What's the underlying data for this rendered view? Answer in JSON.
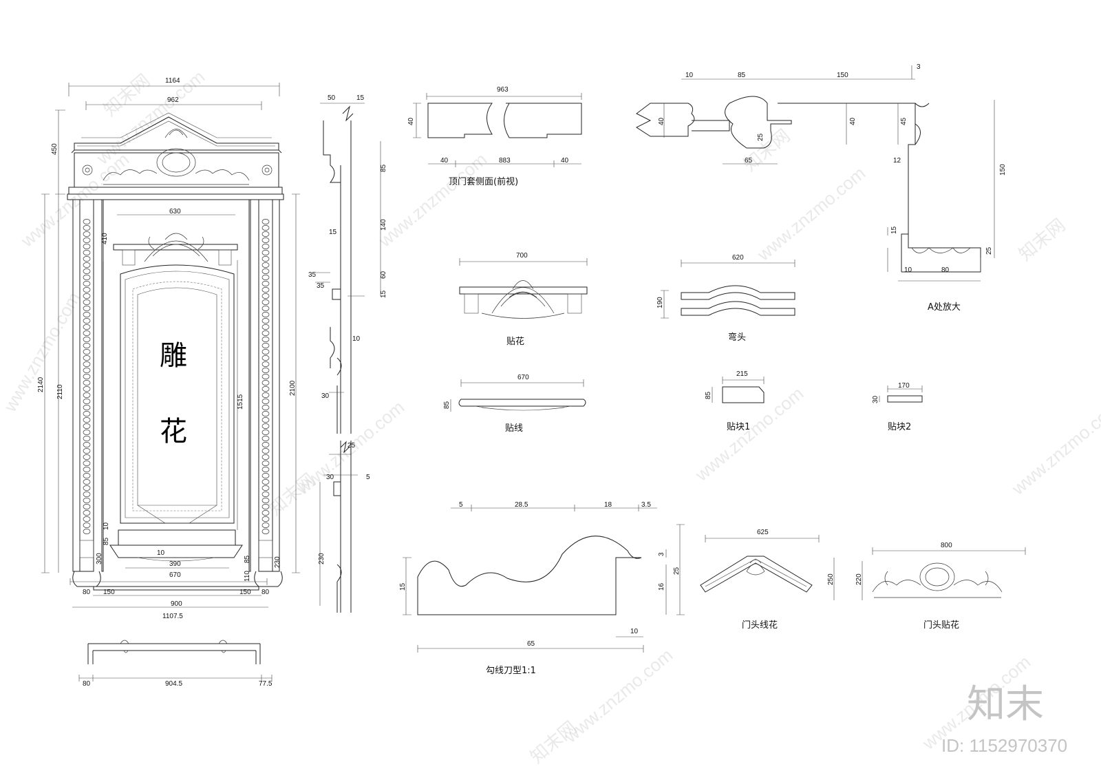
{
  "main_elevation": {
    "dims_top": [
      "1164",
      "962"
    ],
    "dims_left": [
      "450",
      "2140",
      "2110"
    ],
    "dims_right": [
      "2100",
      "1515"
    ],
    "dims_inner": [
      "630",
      "410",
      "10",
      "85",
      "300",
      "10",
      "390",
      "670",
      "85",
      "110",
      "230"
    ],
    "dims_bottom_row": [
      "80",
      "150",
      "150",
      "80"
    ],
    "dims_bottom": [
      "900",
      "1107.5"
    ],
    "carved_text": [
      "雕",
      "花"
    ]
  },
  "plan_view": {
    "dims": [
      "80",
      "904.5",
      "77.5"
    ]
  },
  "side_section": {
    "dims": [
      "50",
      "15",
      "85",
      "140",
      "15",
      "60",
      "35",
      "35",
      "15",
      "10",
      "30",
      "25",
      "30",
      "5",
      "230"
    ]
  },
  "top_casing_side": {
    "title": "顶门套侧面(前视)",
    "dims": [
      "963",
      "40",
      "40",
      "883",
      "40"
    ]
  },
  "detail_a": {
    "title": "A处放大",
    "dims": [
      "10",
      "85",
      "150",
      "3",
      "40",
      "40",
      "45",
      "25",
      "65",
      "12",
      "150",
      "15",
      "25",
      "10",
      "80"
    ]
  },
  "applique": {
    "title": "贴花",
    "dims": [
      "700"
    ]
  },
  "bend": {
    "title": "弯头",
    "dims": [
      "620",
      "190"
    ]
  },
  "trim_line": {
    "title": "贴线",
    "dims": [
      "670",
      "85"
    ]
  },
  "block1": {
    "title": "贴块1",
    "dims": [
      "215",
      "85"
    ]
  },
  "block2": {
    "title": "贴块2",
    "dims": [
      "170",
      "30"
    ]
  },
  "cutter_profile": {
    "title": "勾线刀型1:1",
    "dims": [
      "5",
      "28.5",
      "18",
      "3.5",
      "3",
      "25",
      "16",
      "15",
      "10",
      "65"
    ]
  },
  "header_trim_flower": {
    "title": "门头线花",
    "dims": [
      "625",
      "250"
    ]
  },
  "header_applique": {
    "title": "门头贴花",
    "dims": [
      "800",
      "220"
    ]
  },
  "watermark": {
    "site": "www.znzmo.com",
    "cn": "知末网",
    "logo": "知末",
    "id_text": "ID: 1152970370"
  }
}
